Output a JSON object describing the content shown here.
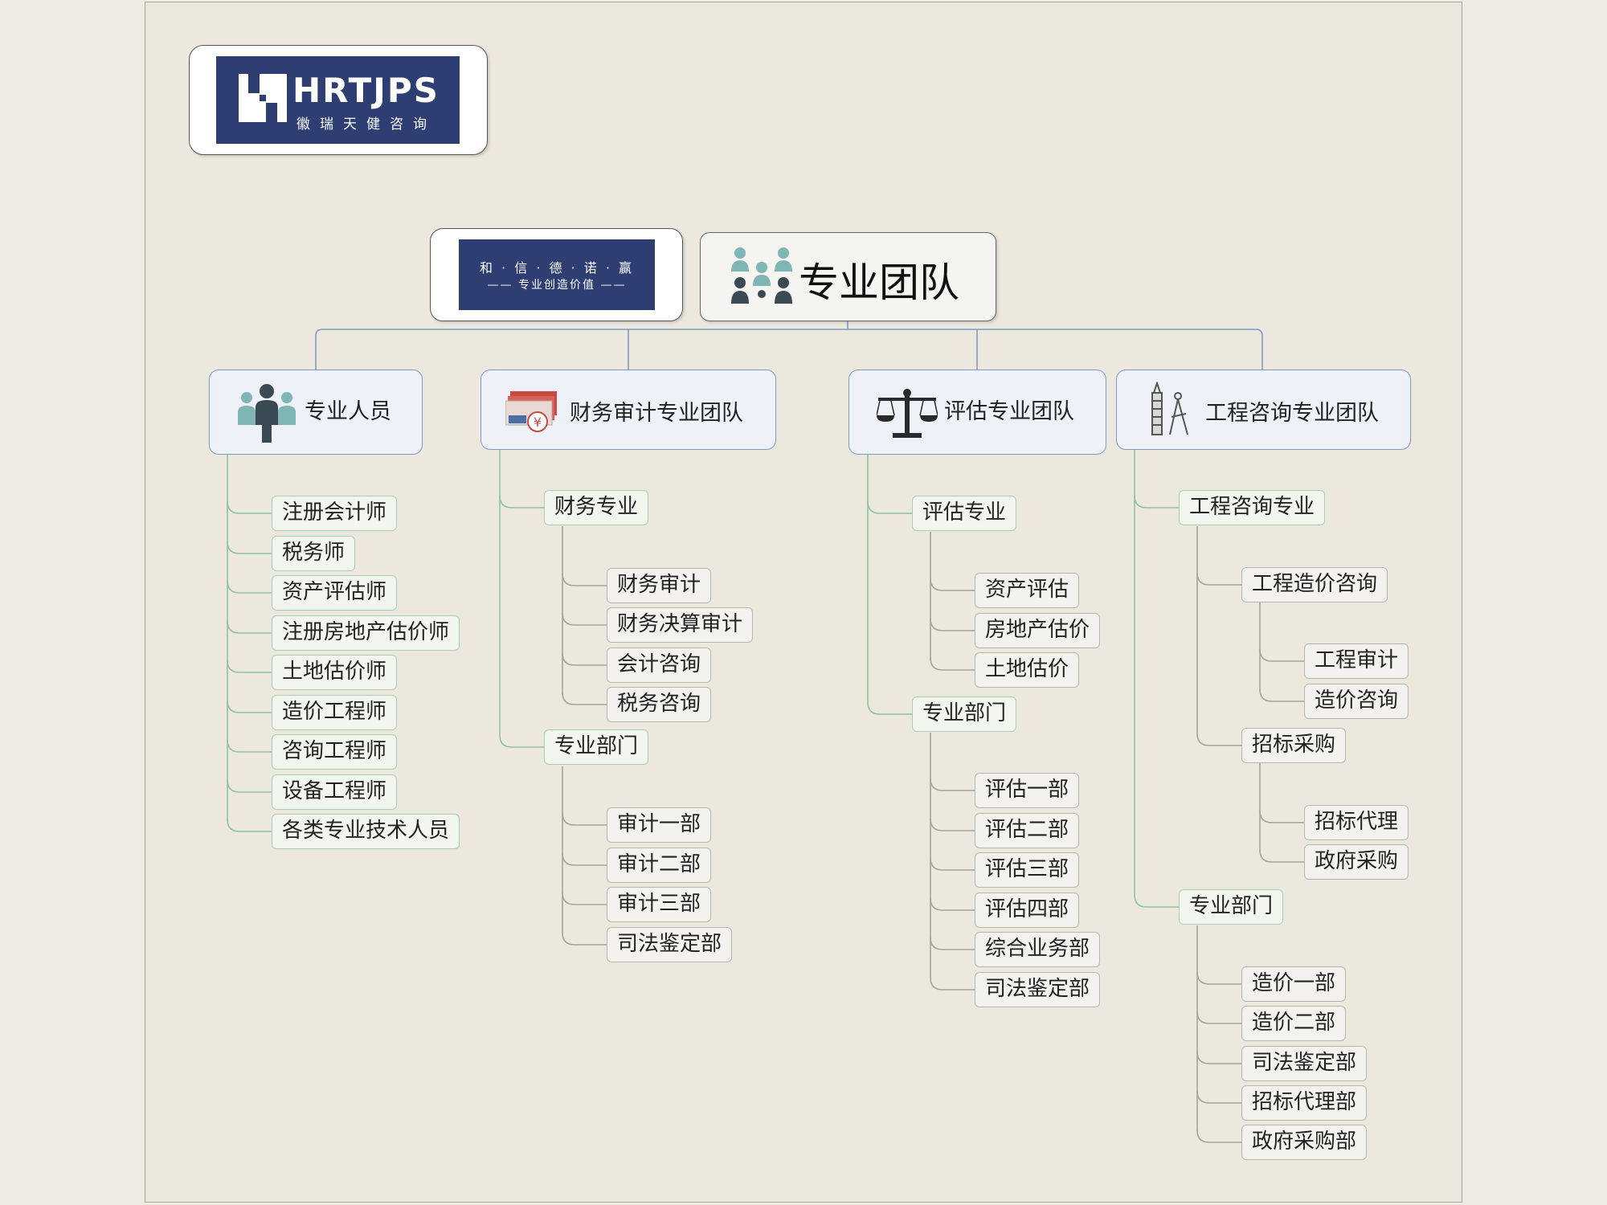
{
  "logo": {
    "brand": "HRTJPS",
    "subtitle": "徽瑞天健咨询"
  },
  "slogan": {
    "line1": "和 · 信 · 德 · 诺 · 赢",
    "line2": "—— 专业创造价值 ——"
  },
  "root": {
    "label": "专业团队",
    "icon": "people-group-icon"
  },
  "categories": [
    {
      "label": "专业人员",
      "icon": "people-icon",
      "items": [
        "注册会计师",
        "税务师",
        "资产评估师",
        "注册房地产估价师",
        "土地估价师",
        "造价工程师",
        "咨询工程师",
        "设备工程师",
        "各类专业技术人员"
      ]
    },
    {
      "label": "财务审计专业团队",
      "icon": "money-icon",
      "groups": [
        {
          "label": "财务专业",
          "items": [
            "财务审计",
            "财务决算审计",
            "会计咨询",
            "税务咨询"
          ]
        },
        {
          "label": "专业部门",
          "items": [
            "审计一部",
            "审计二部",
            "审计三部",
            "司法鉴定部"
          ]
        }
      ]
    },
    {
      "label": "评估专业团队",
      "icon": "scales-icon",
      "groups": [
        {
          "label": "评估专业",
          "items": [
            "资产评估",
            "房地产估价",
            "土地估价"
          ]
        },
        {
          "label": "专业部门",
          "items": [
            "评估一部",
            "评估二部",
            "评估三部",
            "评估四部",
            "综合业务部",
            "司法鉴定部"
          ]
        }
      ]
    },
    {
      "label": "工程咨询专业团队",
      "icon": "drafting-tools-icon",
      "groups": [
        {
          "label": "工程咨询专业",
          "subgroups": [
            {
              "label": "工程造价咨询",
              "items": [
                "工程审计",
                "造价咨询"
              ]
            },
            {
              "label": "招标采购",
              "items": [
                "招标代理",
                "政府采购"
              ]
            }
          ]
        },
        {
          "label": "专业部门",
          "items": [
            "造价一部",
            "造价二部",
            "司法鉴定部",
            "招标代理部",
            "政府采购部"
          ]
        }
      ]
    }
  ],
  "colors": {
    "navy": "#2f3e72",
    "connector_blue": "#7e9ac0",
    "connector_green": "#8fc49a",
    "connector_gray": "#a6a39c"
  }
}
